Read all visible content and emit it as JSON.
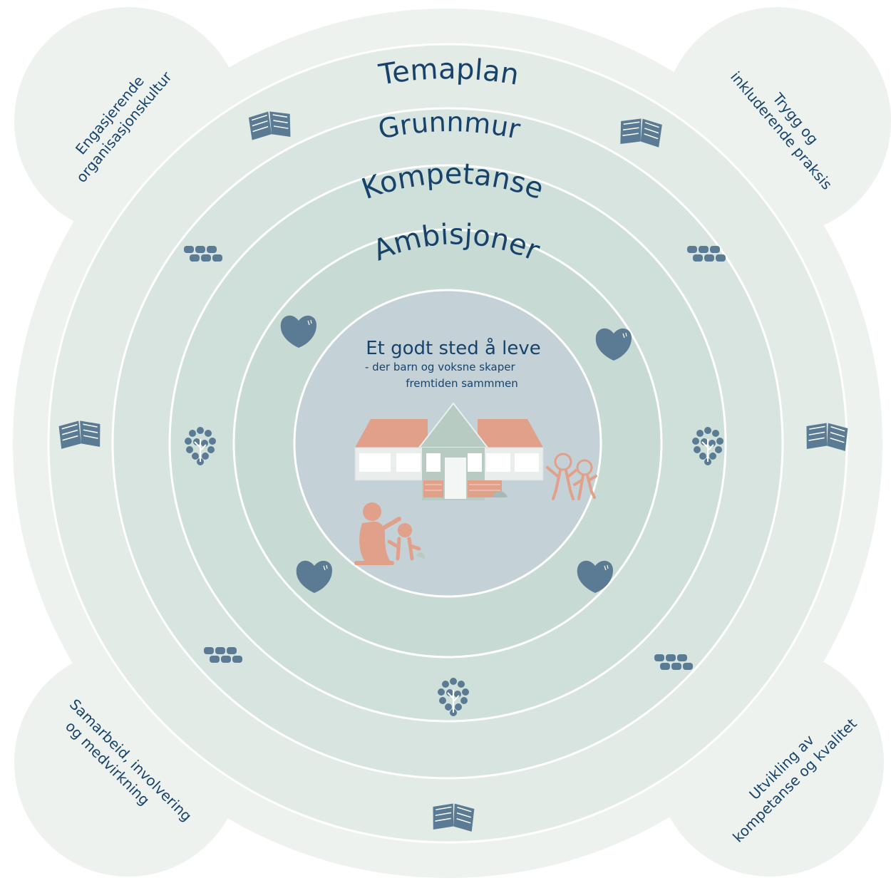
{
  "rings": {
    "outer": "Temaplan",
    "second": "Grunnmur",
    "third": "Kompetanse",
    "fourth": "Ambisjoner"
  },
  "center": {
    "title": "Et godt sted å leve",
    "subtitle_line1": "-   der barn og voksne skaper",
    "subtitle_line2": "fremtiden sammmen"
  },
  "corners": {
    "top_left_line1": "Engasjerende",
    "top_left_line2": "organisasjonskultur",
    "top_right_line1": "Trygg og",
    "top_right_line2": "inkluderende praksis",
    "bottom_left_line1": "Samarbeid, involvering",
    "bottom_left_line2": "og medvirkning",
    "bottom_right_line1": "Utvikling av",
    "bottom_right_line2": "kompetanse og kvalitet"
  },
  "colors": {
    "outer_shape": "#eef2ef",
    "ring1": "#e2ebe6",
    "ring2": "#d3e1dc",
    "ring3": "#c8d9d3",
    "center": "#c4d2d8",
    "text": "#17436b",
    "icon": "#5a7b93",
    "roof": "#e0a08a"
  },
  "icons": [
    "book-icon",
    "bricks-icon",
    "heart-icon",
    "tree-icon",
    "school-illustration",
    "children-illustration"
  ]
}
